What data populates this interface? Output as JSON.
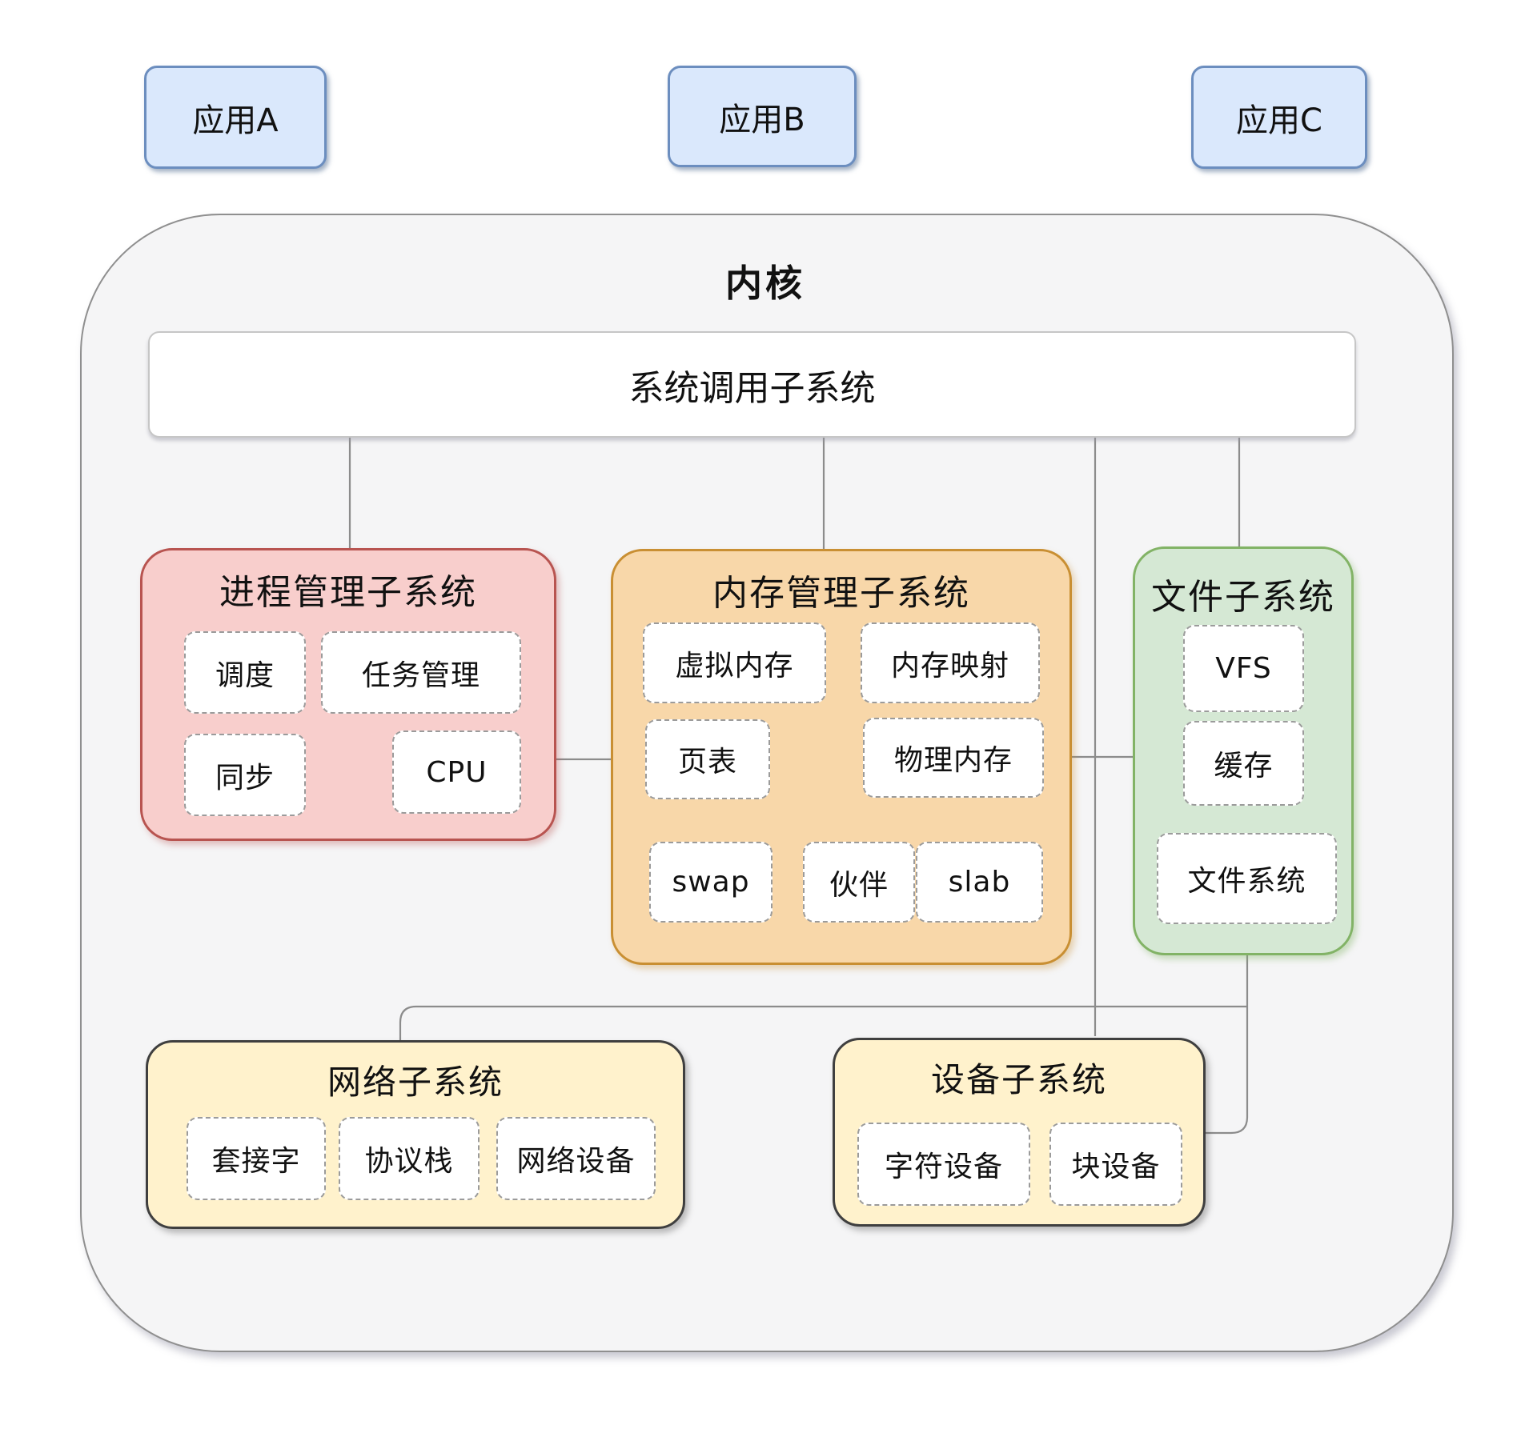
{
  "apps": [
    {
      "label": "应用A"
    },
    {
      "label": "应用B"
    },
    {
      "label": "应用C"
    }
  ],
  "kernel": {
    "title": "内核",
    "syscall_bar": {
      "label": "系统调用子系统"
    },
    "subsystems": {
      "process": {
        "title": "进程管理子系统",
        "items": [
          "调度",
          "任务管理",
          "同步",
          "CPU"
        ]
      },
      "memory": {
        "title": "内存管理子系统",
        "items": [
          "虚拟内存",
          "内存映射",
          "页表",
          "物理内存",
          "swap",
          "伙伴",
          "slab"
        ]
      },
      "file": {
        "title": "文件子系统",
        "items": [
          "VFS",
          "缓存",
          "文件系统"
        ]
      },
      "network": {
        "title": "网络子系统",
        "items": [
          "套接字",
          "协议栈",
          "网络设备"
        ]
      },
      "device": {
        "title": "设备子系统",
        "items": [
          "字符设备",
          "块设备"
        ]
      }
    }
  },
  "colors": {
    "app-fill": "#dae8fc",
    "app-border": "#6c8ebf",
    "kernel-fill": "#f5f5f6",
    "kernel-border": "#8f8f8f",
    "bar-fill": "#ffffff",
    "bar-border": "#c6c6c6",
    "process-fill": "#f8cecc",
    "process-border": "#b85450",
    "memory-fill": "#f8d7a9",
    "memory-border": "#c98f33",
    "file-fill": "#d5e8d4",
    "file-border": "#82b366",
    "yellow-fill": "#fff2cc",
    "yellow-border": "#3f3f3f",
    "dashed-border": "#9b9b9b",
    "line": "#8c8c8c",
    "text": "#111111"
  }
}
